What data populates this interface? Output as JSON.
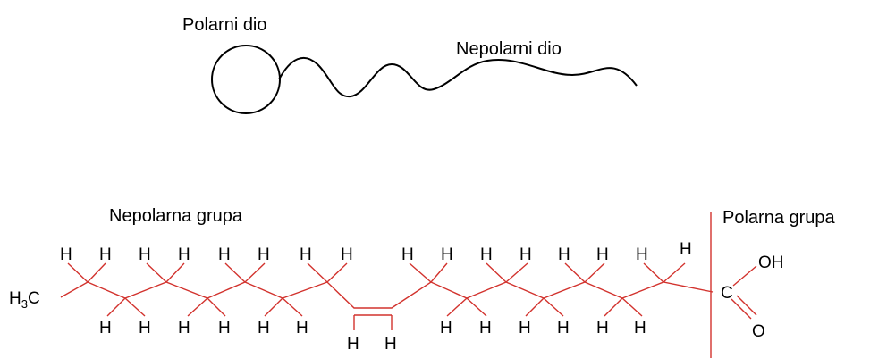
{
  "model": {
    "polar_label": "Polarni dio",
    "nonpolar_label": "Nepolarni dio"
  },
  "structure": {
    "nonpolar_group_label": "Nepolarna grupa",
    "polar_group_label": "Polarna grupa",
    "terminal_group": {
      "main": "H",
      "sub": "3",
      "end": "C"
    },
    "hydrogen": "H",
    "carboxyl": {
      "carbon": "C",
      "hydroxyl": "OH",
      "oxygen": "O"
    }
  },
  "colors": {
    "bond": "#d2322d",
    "outline": "#000000",
    "text": "#000000"
  }
}
